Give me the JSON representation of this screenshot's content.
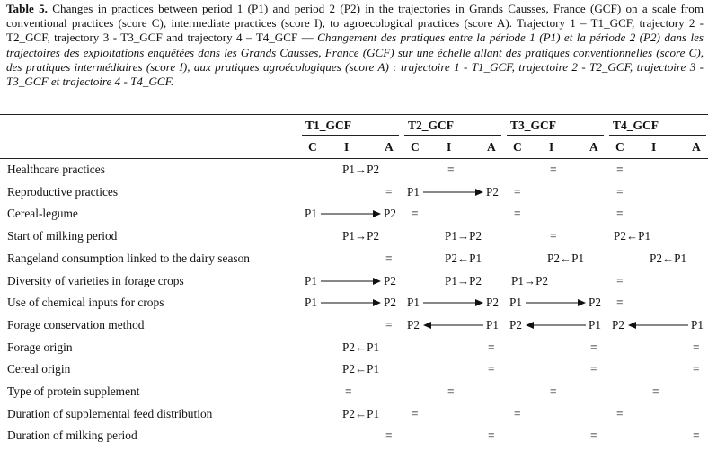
{
  "caption": {
    "label": "Table 5.",
    "english": " Changes in practices between period 1 (P1) and period 2 (P2) in the trajectories in Grands Causses, France (GCF) on a scale from conventional practices (score C), intermediate practices (score I), to agroecological practices (score A). Trajectory 1 – T1_GCF, trajectory 2 - T2_GCF, trajectory 3 - T3_GCF and trajectory 4 – T4_GCF — ",
    "french": "Changement des pratiques entre la période 1 (P1) et la période 2 (P2) dans les trajectoires des exploitations enquêtées dans les Grands Causses, France (GCF) sur une échelle allant des pratiques conventionnelles (score C), des pratiques intermédiaires (score I), aux pratiques agroécologiques (score A) : trajectoire 1 - T1_GCF, trajectoire 2 - T2_GCF, trajectoire 3 - T3_GCF et trajectoire 4 - T4_GCF."
  },
  "trajectories": [
    "T1_GCF",
    "T2_GCF",
    "T3_GCF",
    "T4_GCF"
  ],
  "scores": [
    "C",
    "I",
    "A"
  ],
  "rows": [
    {
      "label": "Healthcare practices",
      "cells": [
        {
          "type": "r",
          "from": "I",
          "to": "A",
          "t": "P1→P2"
        },
        {
          "type": "eq",
          "at": "I"
        },
        {
          "type": "eq",
          "at": "I"
        },
        {
          "type": "eq",
          "at": "C"
        }
      ]
    },
    {
      "label": "Reproductive practices",
      "cells": [
        {
          "type": "eq",
          "at": "A"
        },
        {
          "type": "r",
          "from": "C",
          "to": "A",
          "t": "P1→P2"
        },
        {
          "type": "eq",
          "at": "C"
        },
        {
          "type": "eq",
          "at": "C"
        }
      ]
    },
    {
      "label": "Cereal-legume",
      "cells": [
        {
          "type": "r",
          "from": "C",
          "to": "A",
          "t": "P1→P2"
        },
        {
          "type": "eq",
          "at": "C"
        },
        {
          "type": "eq",
          "at": "C"
        },
        {
          "type": "eq",
          "at": "C"
        }
      ]
    },
    {
      "label": "Start of milking period",
      "cells": [
        {
          "type": "r",
          "from": "I",
          "to": "A",
          "t": "P1→P2"
        },
        {
          "type": "r",
          "from": "I",
          "to": "A",
          "t": "P1→P2"
        },
        {
          "type": "eq",
          "at": "I"
        },
        {
          "type": "l",
          "from": "I",
          "to": "C",
          "t": "P2←P1"
        }
      ]
    },
    {
      "label": "Rangeland consumption linked to the dairy season",
      "cells": [
        {
          "type": "eq",
          "at": "A"
        },
        {
          "type": "l",
          "from": "A",
          "to": "I",
          "t": "P2←P1"
        },
        {
          "type": "l",
          "from": "A",
          "to": "I",
          "t": "P2←P1"
        },
        {
          "type": "l",
          "from": "A",
          "to": "I",
          "t": "P2←P1"
        }
      ]
    },
    {
      "label": "Diversity of varieties in forage crops",
      "cells": [
        {
          "type": "r",
          "from": "C",
          "to": "A",
          "t": "P1→P2"
        },
        {
          "type": "r",
          "from": "I",
          "to": "A",
          "t": "P1→P2"
        },
        {
          "type": "r",
          "from": "C",
          "to": "I",
          "t": "P1→P2"
        },
        {
          "type": "eq",
          "at": "C"
        }
      ]
    },
    {
      "label": "Use of chemical inputs for crops",
      "cells": [
        {
          "type": "r",
          "from": "C",
          "to": "A",
          "t": "P1→P2"
        },
        {
          "type": "r",
          "from": "C",
          "to": "A",
          "t": "P1→P2"
        },
        {
          "type": "r",
          "from": "C",
          "to": "A",
          "t": "P1→P2"
        },
        {
          "type": "eq",
          "at": "C"
        }
      ]
    },
    {
      "label": "Forage conservation method",
      "cells": [
        {
          "type": "eq",
          "at": "A"
        },
        {
          "type": "l",
          "from": "A",
          "to": "C",
          "t": "P2←P1"
        },
        {
          "type": "l",
          "from": "A",
          "to": "C",
          "t": "P2←P1"
        },
        {
          "type": "l",
          "from": "A",
          "to": "C",
          "t": "P2←P1"
        }
      ]
    },
    {
      "label": "Forage origin",
      "cells": [
        {
          "type": "l",
          "from": "A",
          "to": "I",
          "t": "P2←P1"
        },
        {
          "type": "eq",
          "at": "A"
        },
        {
          "type": "eq",
          "at": "A"
        },
        {
          "type": "eq",
          "at": "A"
        }
      ]
    },
    {
      "label": "Cereal origin",
      "cells": [
        {
          "type": "l",
          "from": "A",
          "to": "I",
          "t": "P2←P1"
        },
        {
          "type": "eq",
          "at": "A"
        },
        {
          "type": "eq",
          "at": "A"
        },
        {
          "type": "eq",
          "at": "A"
        }
      ]
    },
    {
      "label": "Type of protein supplement",
      "cells": [
        {
          "type": "eq",
          "at": "I"
        },
        {
          "type": "eq",
          "at": "I"
        },
        {
          "type": "eq",
          "at": "I"
        },
        {
          "type": "eq",
          "at": "I"
        }
      ]
    },
    {
      "label": "Duration of supplemental feed distribution",
      "cells": [
        {
          "type": "l",
          "from": "A",
          "to": "I",
          "t": "P2←P1"
        },
        {
          "type": "eq",
          "at": "C"
        },
        {
          "type": "eq",
          "at": "C"
        },
        {
          "type": "eq",
          "at": "C"
        }
      ]
    },
    {
      "label": "Duration of milking period",
      "cells": [
        {
          "type": "eq",
          "at": "A"
        },
        {
          "type": "eq",
          "at": "A"
        },
        {
          "type": "eq",
          "at": "A"
        },
        {
          "type": "eq",
          "at": "A"
        }
      ]
    }
  ]
}
